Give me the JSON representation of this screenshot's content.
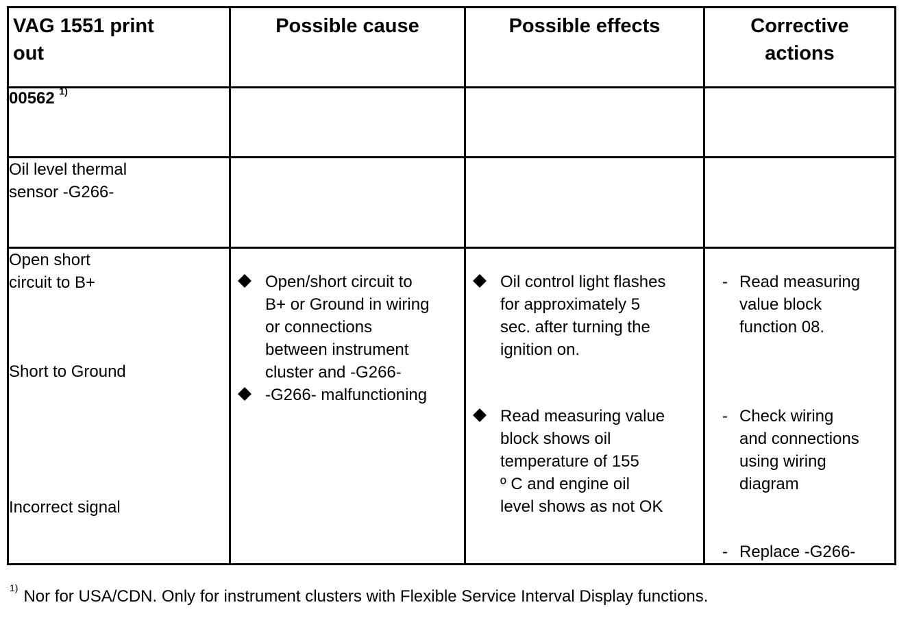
{
  "table": {
    "headers": {
      "col1": "VAG 1551 print\nout",
      "col2": "Possible cause",
      "col3": "Possible effects",
      "col4": "Corrective\nactions"
    },
    "code": "00562",
    "code_note": "1)",
    "component": "Oil level thermal\nsensor -G266-",
    "fault_modes": [
      "Open short\ncircuit to B+",
      "Short to Ground",
      "Incorrect signal"
    ],
    "causes": [
      "Open/short circuit to\nB+ or Ground in wiring\nor connections\nbetween instrument\ncluster and -G266-",
      "-G266- malfunctioning"
    ],
    "effects": [
      "Oil control light flashes\nfor approximately 5\nsec. after turning the\nignition on.",
      "Read measuring value\nblock shows oil\ntemperature of 155\nº C and engine oil\nlevel shows as not OK"
    ],
    "actions": [
      "Read measuring\nvalue block\nfunction 08.",
      "Check wiring\nand connections\nusing wiring\ndiagram",
      "Replace -G266-"
    ],
    "action_marker": "-",
    "bullet_icon": "diamond-bullet-icon"
  },
  "footnote": {
    "marker": "1)",
    "text": "Nor for USA/CDN. Only for instrument clusters with Flexible Service Interval Display functions."
  }
}
